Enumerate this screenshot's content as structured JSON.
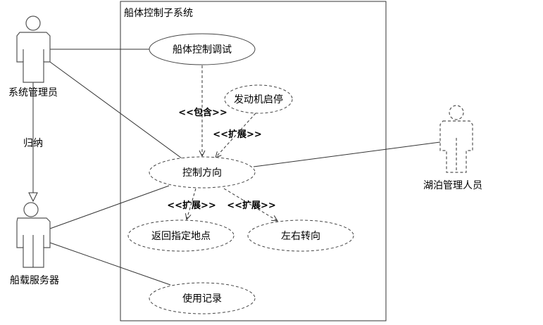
{
  "system": {
    "title": "船体控制子系统"
  },
  "actors": {
    "admin": "系统管理员",
    "server": "船载服务器",
    "lake_manager": "湖泊管理人员"
  },
  "use_cases": {
    "debug": "船体控制调试",
    "engine": "发动机启停",
    "direction": "控制方向",
    "return_point": "返回指定地点",
    "turn": "左右转向",
    "usage_log": "使用记录"
  },
  "relations": {
    "include": "<<包含>>",
    "extend_engine": "<<扩展>>",
    "extend_return": "<<扩展>>",
    "extend_turn": "<<扩展>>",
    "generalization": "归纳"
  }
}
